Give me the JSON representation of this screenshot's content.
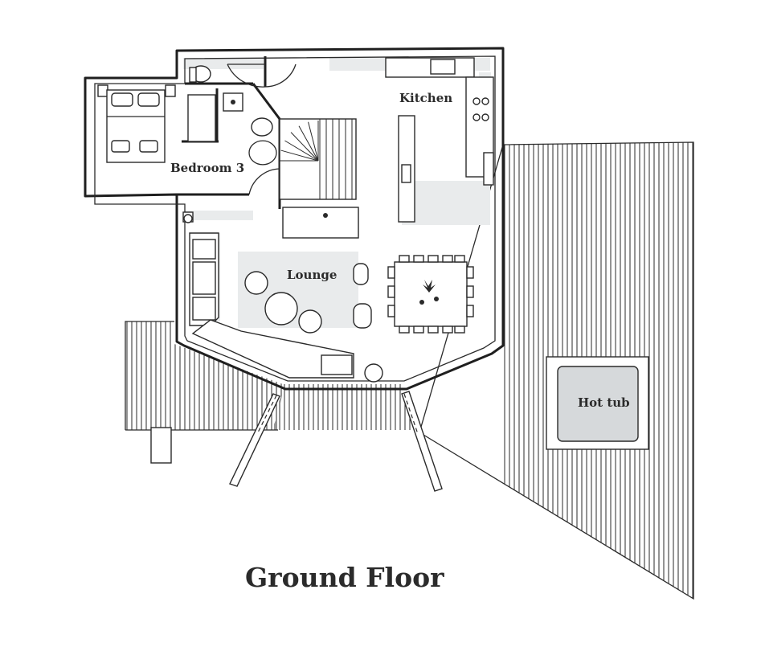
{
  "title": "Ground Floor",
  "rooms": {
    "bedroom3": "Bedroom 3",
    "kitchen": "Kitchen",
    "lounge": "Lounge",
    "hottub": "Hot tub"
  },
  "colors": {
    "line": "#1f1f1f",
    "floor_shadow": "#e9ebec",
    "hot_tub_water": "#d6d9db",
    "label": "#2b2b2b"
  }
}
